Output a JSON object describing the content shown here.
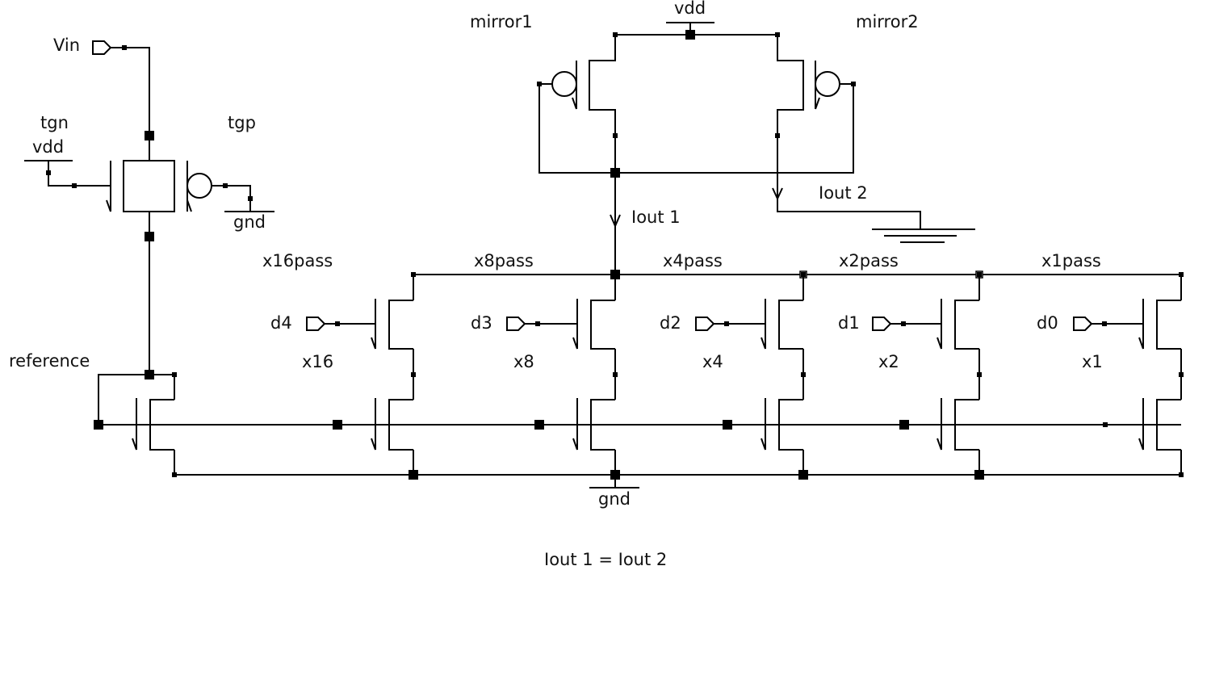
{
  "labels": {
    "vin": "Vin",
    "tgn": "tgn",
    "tgp": "tgp",
    "vdd_tg": "vdd",
    "gnd_tg": "gnd",
    "reference": "reference",
    "mirror1": "mirror1",
    "mirror2": "mirror2",
    "vdd_mirror": "vdd",
    "iout1": "Iout",
    "iout1_num": "1",
    "iout2": "Iout",
    "iout2_num": "2",
    "gnd_bottom": "gnd",
    "equation_left": "Iout",
    "equation_left_num": "1",
    "equation_eq": "=",
    "equation_right": "Iout",
    "equation_right_num": "2"
  },
  "branches": [
    {
      "pass": "x16pass",
      "input": "d4",
      "size": "x16"
    },
    {
      "pass": "x8pass",
      "input": "d3",
      "size": "x8"
    },
    {
      "pass": "x4pass",
      "input": "d2",
      "size": "x4"
    },
    {
      "pass": "x2pass",
      "input": "d1",
      "size": "x2"
    },
    {
      "pass": "x1pass",
      "input": "d0",
      "size": "x1"
    }
  ]
}
